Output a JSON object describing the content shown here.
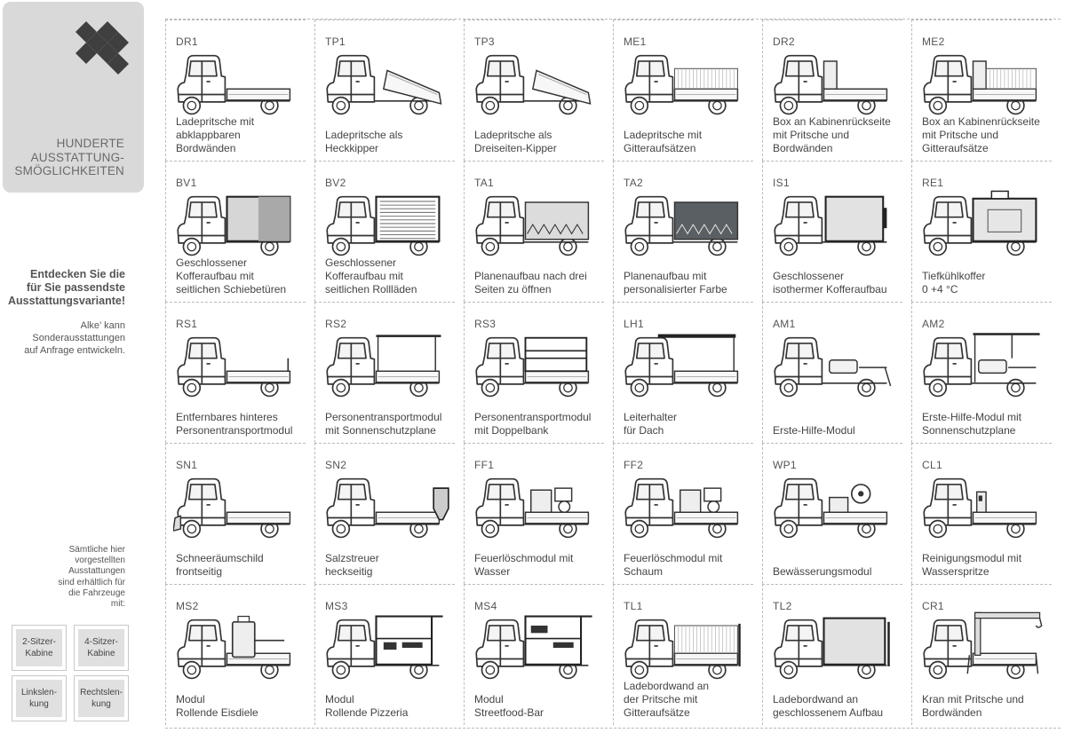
{
  "brand": {
    "title": "HUNDERTE\nAUSSTATTUNG-\nSMÖGLICHKEITEN"
  },
  "intro": {
    "heading": "Entdecken Sie die\nfür Sie passendste\nAusstattungsvariante!",
    "text": "Alke’ kann\nSonderausstattungen\nauf Anfrage entwickeln.",
    "availability": "Sämtliche hier\nvorgestellten\nAusstattungen\nsind erhältlich für\ndie Fahrzeuge\nmit:"
  },
  "filters": [
    {
      "label": "2-Sitzer-\nKabine"
    },
    {
      "label": "4-Sitzer-\nKabine"
    },
    {
      "label": "Linkslen-\nkung"
    },
    {
      "label": "Rechtslen-\nkung"
    }
  ],
  "equipment": [
    {
      "code": "DR1",
      "label": "Ladepritsche mit\nabklappbaren\nBordwänden",
      "icon": "flatbed-icon"
    },
    {
      "code": "TP1",
      "label": "Ladepritsche als\nHeckkipper",
      "icon": "rear-tipper-icon"
    },
    {
      "code": "TP3",
      "label": "Ladepritsche als\nDreiseiten-Kipper",
      "icon": "three-way-tipper-icon"
    },
    {
      "code": "ME1",
      "label": "Ladepritsche mit\nGitteraufsätzen",
      "icon": "mesh-sides-icon"
    },
    {
      "code": "DR2",
      "label": "Box an Kabinenrückseite\nmit Pritsche und\nBordwänden",
      "icon": "cab-box-flatbed-icon"
    },
    {
      "code": "ME2",
      "label": "Box an Kabinenrückseite\nmit Pritsche und\nGitteraufsätze",
      "icon": "cab-box-mesh-icon"
    },
    {
      "code": "BV1",
      "label": "Geschlossener\nKofferaufbau mit\nseitlichen Schiebetüren",
      "icon": "box-sliding-doors-icon"
    },
    {
      "code": "BV2",
      "label": "Geschlossener\nKofferaufbau mit\nseitlichen Rollläden",
      "icon": "box-roller-shutter-icon"
    },
    {
      "code": "TA1",
      "label": "Planenaufbau nach drei\nSeiten zu öffnen",
      "icon": "tarpaulin-icon"
    },
    {
      "code": "TA2",
      "label": "Planenaufbau mit\npersonalisierter Farbe",
      "icon": "tarpaulin-colored-icon"
    },
    {
      "code": "IS1",
      "label": "Geschlossener\nisothermer Kofferaufbau",
      "icon": "insulated-box-icon"
    },
    {
      "code": "RE1",
      "label": "Tiefkühlkoffer\n0 +4 °C",
      "icon": "freezer-box-icon"
    },
    {
      "code": "RS1",
      "label": "Entfernbares hinteres\nPersonentransportmodul",
      "icon": "passenger-module-icon"
    },
    {
      "code": "RS2",
      "label": "Personentransportmodul\nmit Sonnenschutzplane",
      "icon": "passenger-sunshade-icon"
    },
    {
      "code": "RS3",
      "label": "Personentransportmodul\nmit Doppelbank",
      "icon": "double-bench-icon"
    },
    {
      "code": "LH1",
      "label": "Leiterhalter\nfür Dach",
      "icon": "ladder-rack-icon"
    },
    {
      "code": "AM1",
      "label": "Erste-Hilfe-Modul",
      "icon": "first-aid-icon"
    },
    {
      "code": "AM2",
      "label": "Erste-Hilfe-Modul mit\nSonnenschutzplane",
      "icon": "first-aid-sunshade-icon"
    },
    {
      "code": "SN1",
      "label": "Schneeräumschild\nfrontseitig",
      "icon": "snow-plow-icon"
    },
    {
      "code": "SN2",
      "label": "Salzstreuer\nheckseitig",
      "icon": "salt-spreader-icon"
    },
    {
      "code": "FF1",
      "label": "Feuerlöschmodul mit\nWasser",
      "icon": "fire-water-icon"
    },
    {
      "code": "FF2",
      "label": "Feuerlöschmodul mit\nSchaum",
      "icon": "fire-foam-icon"
    },
    {
      "code": "WP1",
      "label": "Bewässerungsmodul",
      "icon": "irrigation-icon"
    },
    {
      "code": "CL1",
      "label": "Reinigungsmodul mit\nWasserspritze",
      "icon": "cleaning-icon"
    },
    {
      "code": "MS2",
      "label": "Modul\nRollende Eisdiele",
      "icon": "ice-cream-icon"
    },
    {
      "code": "MS3",
      "label": "Modul\nRollende Pizzeria",
      "icon": "pizzeria-icon"
    },
    {
      "code": "MS4",
      "label": "Modul\nStreetfood-Bar",
      "icon": "streetfood-icon"
    },
    {
      "code": "TL1",
      "label": "Ladebordwand an\nder Pritsche mit\nGitteraufsätze",
      "icon": "tail-lift-mesh-icon"
    },
    {
      "code": "TL2",
      "label": "Ladebordwand an\ngeschlossenem Aufbau",
      "icon": "tail-lift-box-icon"
    },
    {
      "code": "CR1",
      "label": "Kran mit Pritsche und\nBordwänden",
      "icon": "crane-icon"
    }
  ]
}
